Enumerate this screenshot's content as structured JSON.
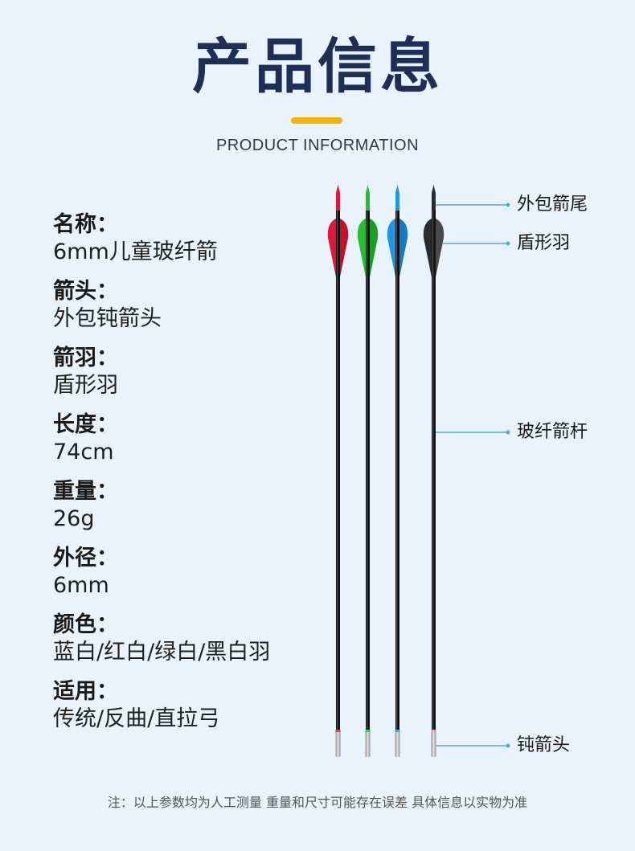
{
  "header": {
    "title": "产品信息",
    "subtitle": "PRODUCT INFORMATION"
  },
  "specs": [
    {
      "label": "名称：",
      "value": "6mm儿童玻纤箭"
    },
    {
      "label": "箭头：",
      "value": "外包钝箭头"
    },
    {
      "label": "箭羽：",
      "value": "盾形羽"
    },
    {
      "label": "长度：",
      "value": "74cm"
    },
    {
      "label": "重量：",
      "value": "26g"
    },
    {
      "label": "外径：",
      "value": "6mm"
    },
    {
      "label": "颜色：",
      "value": "蓝白/红白/绿白/黑白羽"
    },
    {
      "label": "适用：",
      "value": "传统/反曲/直拉弓"
    }
  ],
  "callouts": {
    "nock": "外包箭尾",
    "vane": "盾形羽",
    "shaft": "玻纤箭杆",
    "tip": "钝箭头"
  },
  "arrows": [
    {
      "color": "#e2163d",
      "name": "red"
    },
    {
      "color": "#24c12e",
      "name": "green"
    },
    {
      "color": "#1f95e6",
      "name": "blue"
    },
    {
      "color": "#2b2b2b",
      "name": "black"
    }
  ],
  "colors": {
    "background": "#e9f3fb",
    "title": "#1e2e56",
    "accent_bar": "#f5b400",
    "leader_line": "#5aa7e0"
  },
  "note": "注：以上参数均为人工测量 重量和尺寸可能存在误差 具体信息以实物为准"
}
